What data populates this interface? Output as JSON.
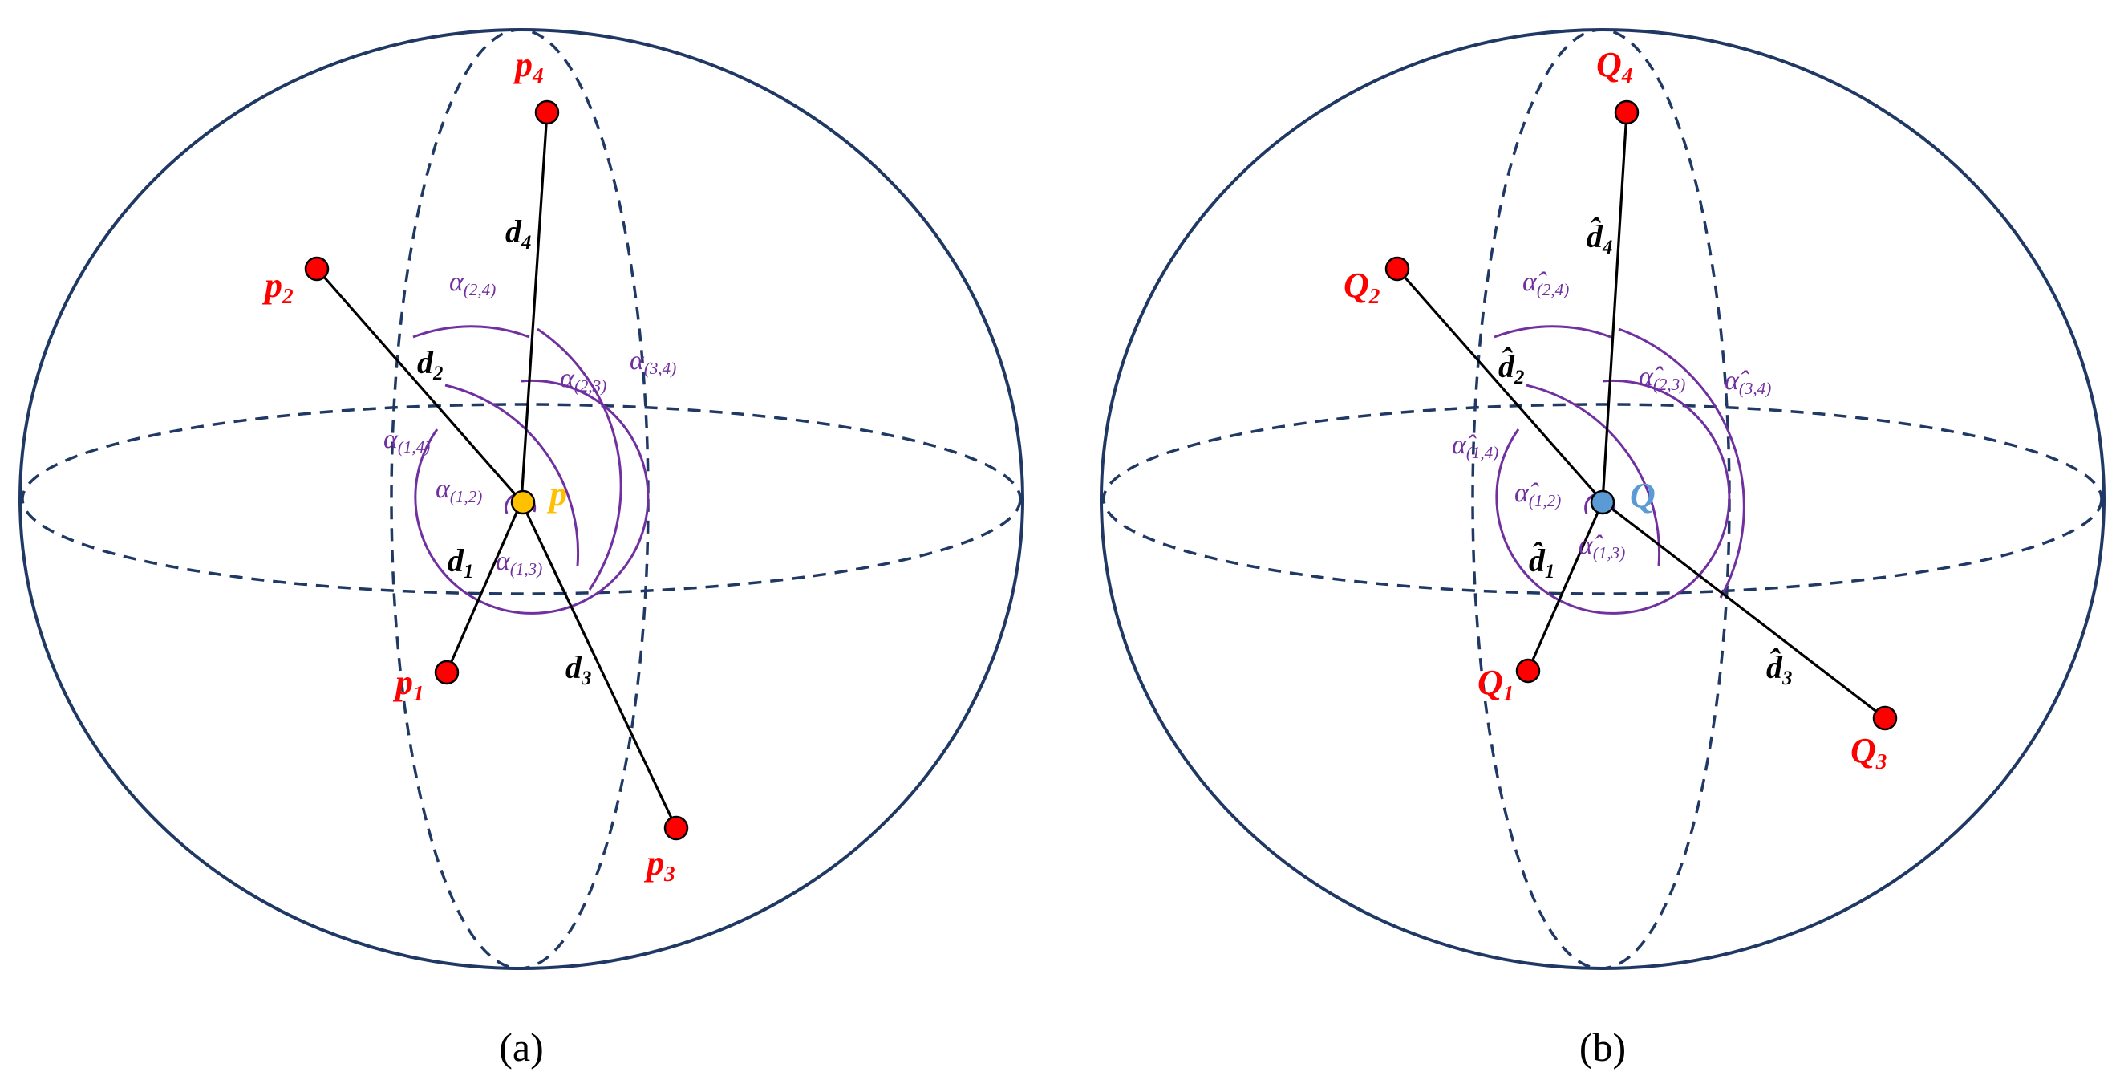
{
  "colors": {
    "sphere": "#1f3864",
    "points": "#ff0000",
    "center_a": "#ffc000",
    "center_b": "#5b9bd5",
    "angles": "#7030a0",
    "segments": "#000000"
  },
  "panel_a": {
    "caption": "(a)",
    "center_label": "p",
    "points": [
      {
        "name": "p",
        "sub": "1"
      },
      {
        "name": "p",
        "sub": "2"
      },
      {
        "name": "p",
        "sub": "3"
      },
      {
        "name": "p",
        "sub": "4"
      }
    ],
    "distances": [
      {
        "name": "d",
        "sub": "1"
      },
      {
        "name": "d",
        "sub": "2"
      },
      {
        "name": "d",
        "sub": "3"
      },
      {
        "name": "d",
        "sub": "4"
      }
    ],
    "angles": [
      {
        "sym": "α",
        "sub": "(1,2)"
      },
      {
        "sym": "α",
        "sub": "(1,3)"
      },
      {
        "sym": "α",
        "sub": "(1,4)"
      },
      {
        "sym": "α",
        "sub": "(2,3)"
      },
      {
        "sym": "α",
        "sub": "(2,4)"
      },
      {
        "sym": "α",
        "sub": "(3,4)"
      }
    ]
  },
  "panel_b": {
    "caption": "(b)",
    "center_label": "Q",
    "points": [
      {
        "name": "Q",
        "sub": "1"
      },
      {
        "name": "Q",
        "sub": "2"
      },
      {
        "name": "Q",
        "sub": "3"
      },
      {
        "name": "Q",
        "sub": "4"
      }
    ],
    "distances": [
      {
        "name": "d̂",
        "sub": "1"
      },
      {
        "name": "d̂",
        "sub": "2"
      },
      {
        "name": "d̂",
        "sub": "3"
      },
      {
        "name": "d̂",
        "sub": "4"
      }
    ],
    "angles": [
      {
        "sym": "α̂",
        "sub": "(1,2)"
      },
      {
        "sym": "α̂",
        "sub": "(1,3)"
      },
      {
        "sym": "α̂",
        "sub": "(1,4)"
      },
      {
        "sym": "α̂",
        "sub": "(2,3)"
      },
      {
        "sym": "α̂",
        "sub": "(2,4)"
      },
      {
        "sym": "α̂",
        "sub": "(3,4)"
      }
    ]
  }
}
